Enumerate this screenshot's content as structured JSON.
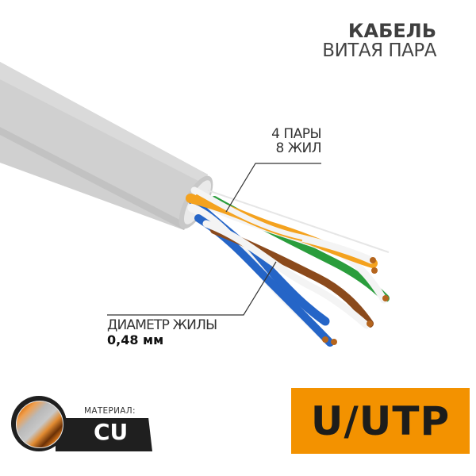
{
  "title": {
    "main": "КАБЕЛЬ",
    "sub": "ВИТАЯ ПАРА"
  },
  "callouts": {
    "pairs": {
      "line1": "4 ПАРЫ",
      "line2": "8 ЖИЛ"
    },
    "diameter": {
      "line1": "ДИАМЕТР ЖИЛЫ",
      "line2": "0,48 мм"
    }
  },
  "material": {
    "label": "МАТЕРИАЛ:",
    "value": "CU",
    "icon": "copper-disk-icon"
  },
  "shielding": {
    "label": "U/UTP"
  },
  "colors": {
    "jacket": "#d3d3d3",
    "accent_orange": "#f39200",
    "badge_black": "#1f1f1f",
    "wire_orange": "#f4a21e",
    "wire_green": "#2a9d3c",
    "wire_blue": "#2565c7",
    "wire_brown": "#8b4a1c",
    "wire_white": "#f4f4f4",
    "copper_tip": "#b5651d"
  }
}
